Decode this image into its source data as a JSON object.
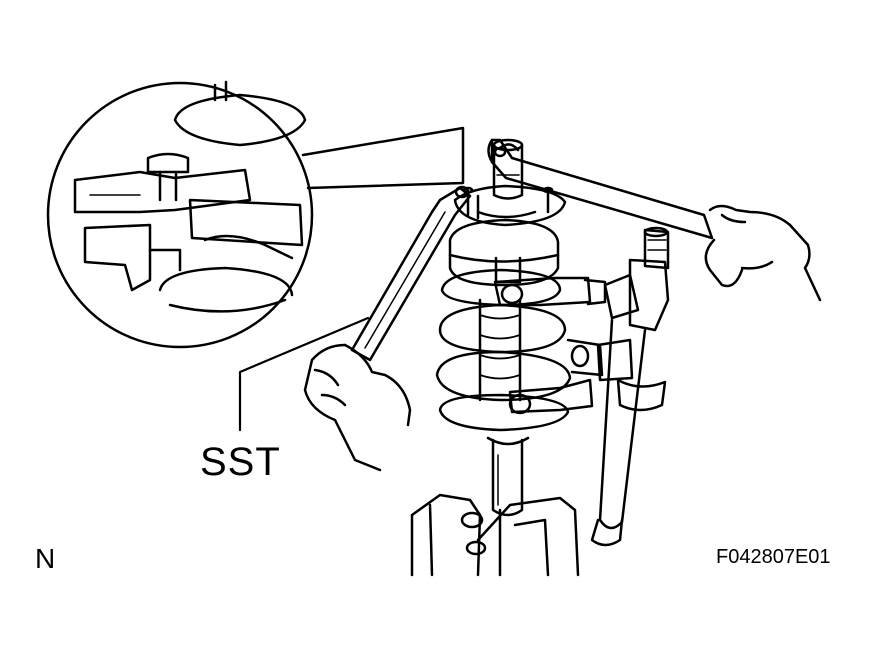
{
  "labels": {
    "sst": "SST",
    "corner_mark": "N",
    "figure_code": "F042807E01"
  },
  "colors": {
    "ink": "#000000",
    "paper": "#ffffff"
  }
}
